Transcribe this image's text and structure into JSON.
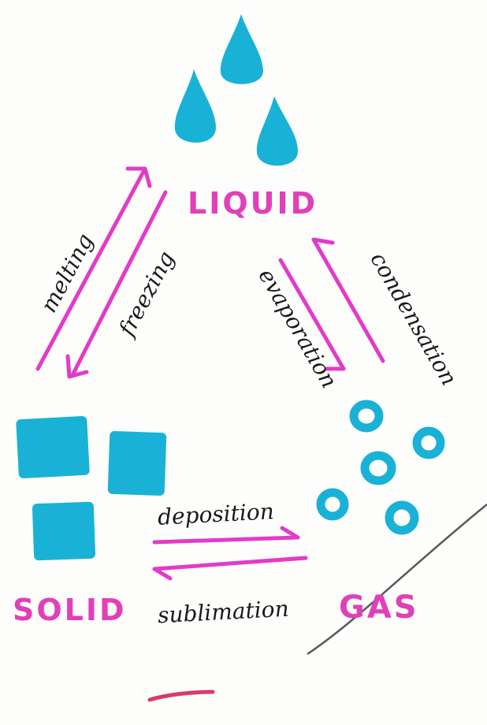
{
  "colors": {
    "background": "#fdfdfb",
    "water": "#19b2d6",
    "arrow": "#e23bc8",
    "state_label": "#e040b8",
    "process_label": "#1a1a1a",
    "stray_line": "#5a5a5a",
    "stray_mark": "#d83a6a"
  },
  "states": {
    "liquid": "LIQUID",
    "solid": "SOLID",
    "gas": "GAS"
  },
  "processes": {
    "melting": "melting",
    "freezing": "freezing",
    "evaporation": "evaporation",
    "condensation": "condensation",
    "deposition": "deposition",
    "sublimation": "sublimation"
  },
  "icons": {
    "liquid": "water-drop-icon",
    "solid": "ice-cube-icon",
    "gas": "gas-bubble-icon"
  }
}
